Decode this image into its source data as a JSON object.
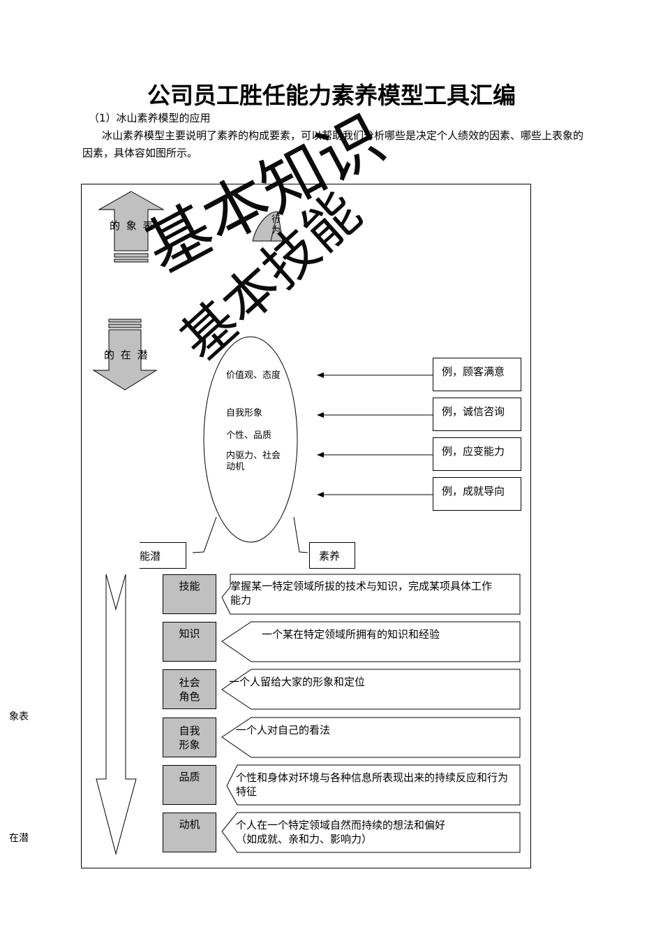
{
  "doc": {
    "title": "公司员工胜任能力素养模型工具汇编",
    "section": "（1）冰山素养模型的应用",
    "paragraph": "冰山素养模型主要说明了素养的构成要素，可以帮助我们分析哪些是决定个人绩效的因素、哪些上表象的因素，具体容如图所示。"
  },
  "diagram": {
    "top_arrow_label": "的 象 表",
    "bottom_arrow_label": "的 在 潜",
    "behavior": "行为",
    "watermark_1": "基本知识",
    "watermark_2": "基本技能",
    "oval_items": [
      "价值观、态度",
      "自我形象",
      "个性、品质",
      "内驱力、社会动机"
    ],
    "examples": [
      "例，顾客满意",
      "例，诚信咨询",
      "例，应变能力",
      "例，成就导向"
    ],
    "potential_label": "能潜",
    "quality_label": "素养",
    "layers": [
      {
        "name": "技能",
        "desc": "掌握某一特定领域所拔的技术与知识，完成某项具体工作能力"
      },
      {
        "name": "知识",
        "desc": "一个某在特定领域所拥有的知识和经验"
      },
      {
        "name": "社会角色",
        "desc": "一个人留给大家的形象和定位"
      },
      {
        "name": "自我形象",
        "desc": "一个人对自己的看法"
      },
      {
        "name": "品质",
        "desc": "个性和身体对环境与各种信息所表现出来的持续反应和行为特征"
      },
      {
        "name": "动机",
        "desc": "个人在一个特定领域自然而持续的想法和偏好（如成就、亲和力、影响力）"
      }
    ],
    "side_top": "象表",
    "side_bottom": "在潜"
  }
}
